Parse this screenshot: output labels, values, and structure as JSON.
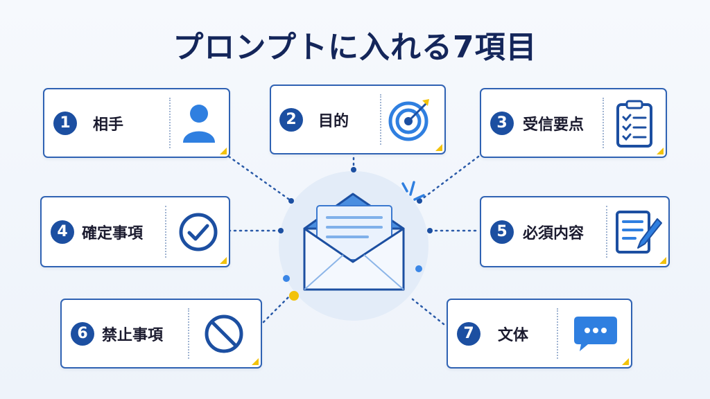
{
  "title": "プロンプトに入れる7項目",
  "items": [
    {
      "num": "1",
      "label": "相手",
      "icon": "person-icon"
    },
    {
      "num": "2",
      "label": "目的",
      "icon": "target-icon"
    },
    {
      "num": "3",
      "label": "受信要点",
      "icon": "clipboard-checklist-icon"
    },
    {
      "num": "4",
      "label": "確定事項",
      "icon": "check-circle-icon"
    },
    {
      "num": "5",
      "label": "必須内容",
      "icon": "document-pen-icon"
    },
    {
      "num": "6",
      "label": "禁止事項",
      "icon": "prohibited-icon"
    },
    {
      "num": "7",
      "label": "文体",
      "icon": "speech-bubble-icon"
    }
  ],
  "center_icon": "envelope-letter-icon",
  "colors": {
    "primary": "#1c4fa1",
    "accent": "#f2c20b",
    "light_blue": "#4a8ee0",
    "title": "#14265a"
  }
}
